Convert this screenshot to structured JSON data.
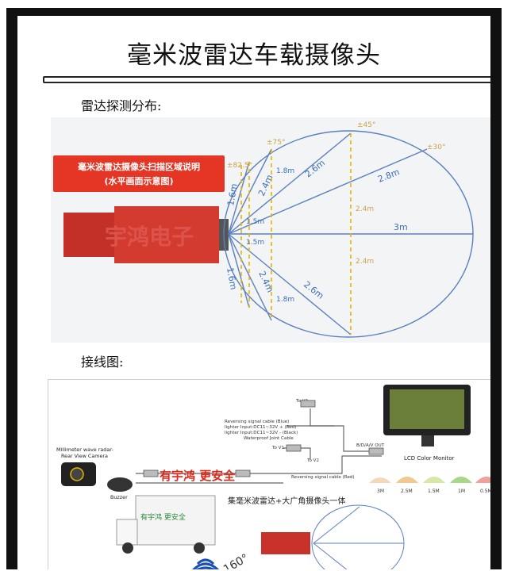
{
  "title": "毫米波雷达车载摄像头",
  "section1": "雷达探测分布:",
  "section2": "接线图:",
  "radar": {
    "banner_line1": "毫米波雷达摄像头扫描区域说明",
    "banner_line2": "(水平画面示意图)",
    "truck_watermark": "宇鸿电子",
    "angles": [
      "±82.5°",
      "±75°",
      "±45°",
      "±30°"
    ],
    "distances": [
      "1.6m",
      "2.4m",
      "1.8m",
      "2.6m",
      "2.8m",
      "1.5m",
      "1.5m",
      "3m",
      "2.4m",
      "2.4m",
      "1.6m",
      "2.4m",
      "1.8m",
      "2.6m"
    ]
  },
  "wiring": {
    "to_v3": "To V3",
    "reversing_blue": "Reversing signal cable (Blue)",
    "lighter_red": "lighter Input:DC11~32V + (Red)",
    "lighter_black": "lighter Input:DC11~32V - (Black)",
    "waterproof": "Waterproof Joint Cable",
    "to_v1": "To V1",
    "to_v2": "To V2",
    "out": "B/D/A/V OUT",
    "monitor_label": "LCD Color Monitor",
    "camera_label_1": "Millimeter wave radar-",
    "camera_label_2": "Rear View Camera",
    "reversing_red": "Reversing signal cable (Red)",
    "buzzer": "Buzzer",
    "slogan": "有宇鸿 更安全",
    "integrated": "集毫米波雷达+大广角摄像头一体",
    "box_text": "有宇鸿 更安全",
    "view_angle": "160°",
    "distance_levels": [
      "3M",
      "2.5M",
      "1.5M",
      "1M",
      "0.5M"
    ]
  },
  "colors": {
    "arc": "#5a80c0",
    "dash": "#e8b400",
    "banner": "#e53524",
    "truck": "#c9322a"
  }
}
